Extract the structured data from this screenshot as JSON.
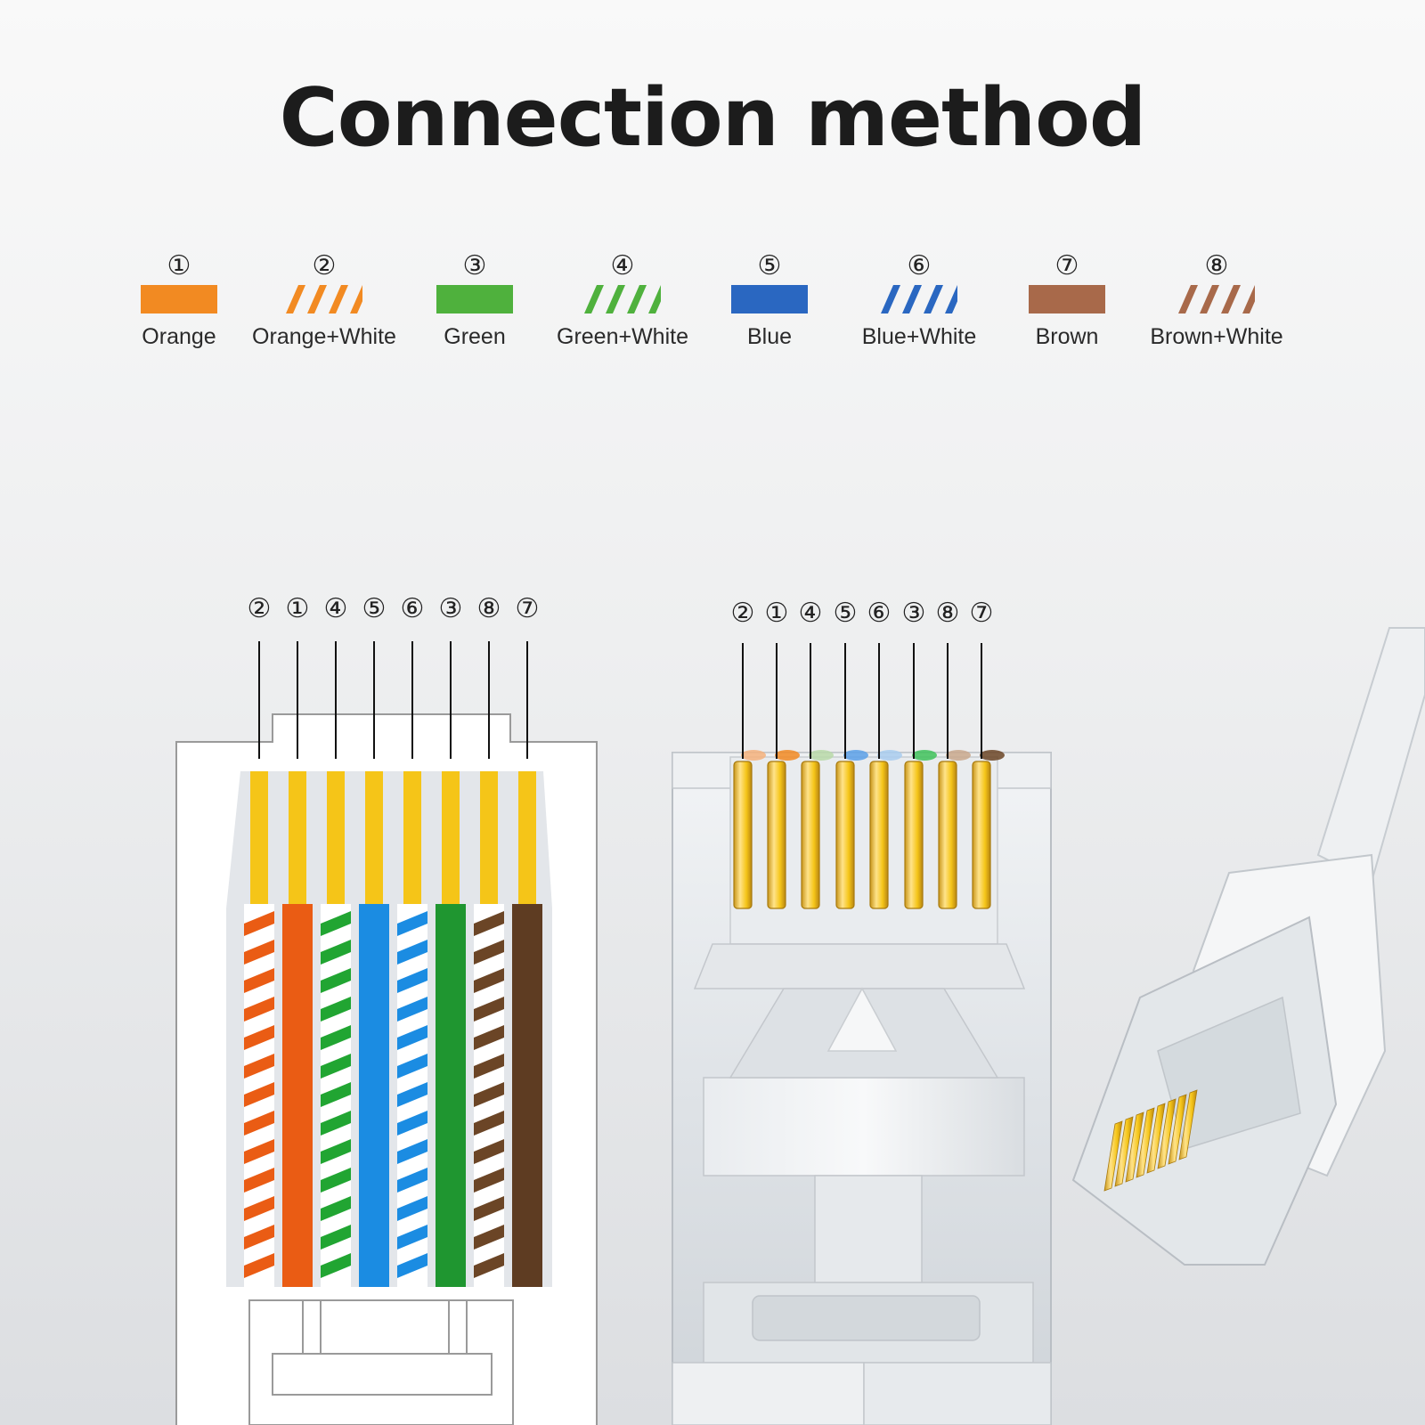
{
  "title": "Connection method",
  "colors": {
    "orange": "#f28a22",
    "green": "#4fb13d",
    "blue": "#2a67c1",
    "brown": "#a8694a",
    "gold": "#f5c518"
  },
  "legend": [
    {
      "num": "①",
      "label": "Orange",
      "color": "#f28a22",
      "pattern": "solid"
    },
    {
      "num": "②",
      "label": "Orange+White",
      "color": "#f28a22",
      "pattern": "striped"
    },
    {
      "num": "③",
      "label": "Green",
      "color": "#4fb13d",
      "pattern": "solid"
    },
    {
      "num": "④",
      "label": "Green+White",
      "color": "#4fb13d",
      "pattern": "striped"
    },
    {
      "num": "⑤",
      "label": "Blue",
      "color": "#2a67c1",
      "pattern": "solid"
    },
    {
      "num": "⑥",
      "label": "Blue+White",
      "color": "#2a67c1",
      "pattern": "striped"
    },
    {
      "num": "⑦",
      "label": "Brown",
      "color": "#a8694a",
      "pattern": "solid"
    },
    {
      "num": "⑧",
      "label": "Brown+White",
      "color": "#a8694a",
      "pattern": "striped"
    }
  ],
  "pin_order": [
    "②",
    "①",
    "④",
    "⑤",
    "⑥",
    "③",
    "⑧",
    "⑦"
  ],
  "wires": [
    {
      "color": "#ea5c14",
      "pattern": "striped"
    },
    {
      "color": "#ea5c14",
      "pattern": "solid"
    },
    {
      "color": "#21a532",
      "pattern": "striped"
    },
    {
      "color": "#1b8ce2",
      "pattern": "solid"
    },
    {
      "color": "#1b8ce2",
      "pattern": "striped"
    },
    {
      "color": "#1f9630",
      "pattern": "solid"
    },
    {
      "color": "#6b4526",
      "pattern": "striped"
    },
    {
      "color": "#5e3c22",
      "pattern": "solid"
    }
  ]
}
